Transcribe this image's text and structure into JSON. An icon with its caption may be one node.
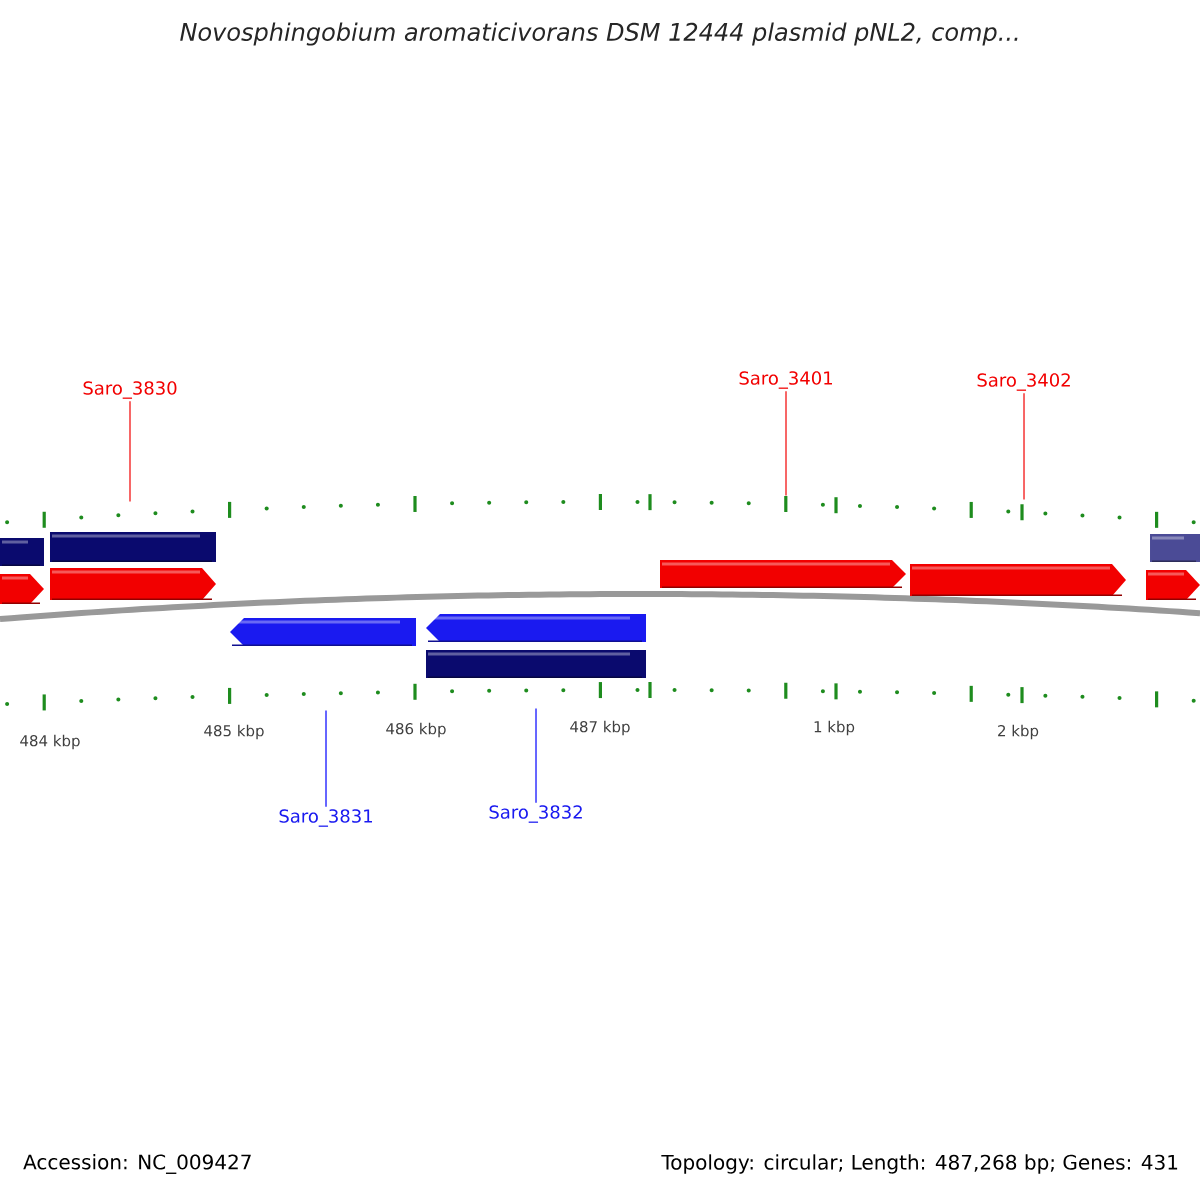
{
  "diagram": {
    "title": "Novosphingobium aromaticivorans DSM 12444 plasmid pNL2, comp...",
    "nodes": [
      {
        "text": [
          "Saro_3830"
        ]
      },
      {
        "text": [
          "Saro_3401"
        ]
      },
      {
        "text": [
          "Saro_3402"
        ]
      },
      {
        "text": [],
        "shape": "bar"
      },
      {
        "text": [],
        "shape": "bar"
      },
      {
        "text": [],
        "shape": "arrow"
      },
      {
        "text": [],
        "shape": "arrow"
      },
      {
        "text": [],
        "shape": "bar"
      },
      {
        "text": [],
        "shape": "arrow"
      },
      {
        "text": [],
        "shape": "arrow"
      },
      {
        "text": [],
        "shape": "arrow"
      },
      {
        "text": [],
        "shape": "arrow"
      },
      {
        "text": [],
        "shape": "arrow"
      },
      {
        "text": [],
        "shape": "bar"
      },
      {
        "text": [
          "Saro_3831"
        ]
      },
      {
        "text": [
          "Saro_3832"
        ]
      }
    ],
    "edges": [
      {
        "from": 0,
        "to": 4,
        "arrow": "none"
      },
      {
        "from": 1,
        "to": 8,
        "arrow": "none"
      },
      {
        "from": 2,
        "to": 9,
        "arrow": "none"
      },
      {
        "from": 14,
        "to": 11,
        "arrow": "none",
        "color": "#0000ff"
      },
      {
        "from": 15,
        "to": 13,
        "arrow": "none",
        "color": "#0000ff"
      }
    ],
    "labels": [
      "484 kbp",
      "485 kbp",
      "486 kbp",
      "487 kbp",
      "1 kbp",
      "2 kbp",
      "Accession: NC_009427",
      "Topology: circular; Length: 487,268 bp; Genes: 431"
    ]
  }
}
